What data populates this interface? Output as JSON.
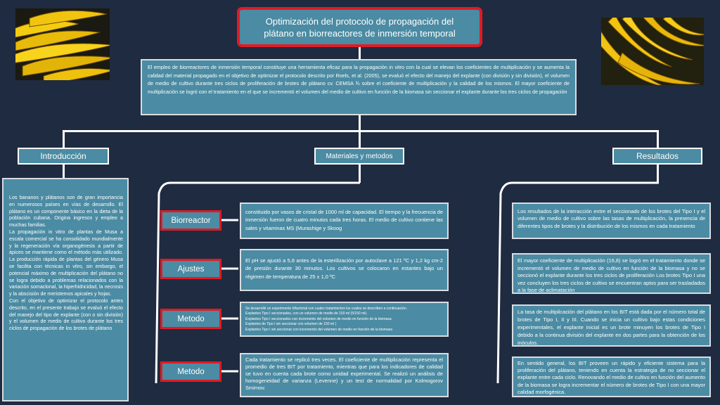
{
  "title": "Optimización del protocolo de propagación del plátano en biorreactores de inmersión temporal",
  "abstract": "El empleo de biorreactores de inmersión temporal constituye una herramienta eficaz para la propagación in vitro con la cual se elevan los coeficientes de multiplicación y se aumenta la calidad del material propagado en el objetivo de optimizar el protocolo descrito por Roels, et al. (2005), se evaluó el efecto del manejo del explante (con división y sin división), el volumen de medio de cultivo durante tres ciclos de proliferación de brotes de plátano cv. CEMSA ¾ sobre el coeficiente de multiplicación y la calidad de los mismos. El mayor coeficiente de multiplicación se logró con el tratamiento en el que se incrementó el volumen del medio de cultivo en función de la biomasa sin seccionar el explante durante los tres ciclos de propagación",
  "sections": {
    "intro": "Introducción",
    "materials": "Materiales y metodos",
    "results": "Resultados"
  },
  "intro": {
    "paragraphs": [
      "Los bananos y plátanos son de gran importancia en numerosos países en vías de desarrollo. El plátano es un componente básico en la dieta de la población cubana. Origina ingresos y empleo a muchas familias.",
      "La propagación in vitro de plantas de Musa a escala comercial se ha consolidado mundialmente y la regeneración vía organogénesis a partir de ápices se mantiene como el método más utilizado. La producción rápida de plantas del género Musa se facilita con técnicas in vitro, sin embargo, el potencial máximo de multiplicación del plátano no se logra debido a problemas relacionados con la variación somaclonal, la hiperhidricidad, la necrosis y la abscisión de meristemos apicales y hojas.",
      "Con el objetivo de optimizar el protocolo antes descrito, en el presente trabajo se evaluó el efecto del manejo del tipo de explante (con o sin división) y el volumen de medio de cultivo durante los tres ciclos de propagación de los brotes de plátano"
    ]
  },
  "materials": {
    "labels": [
      "Biorreactor",
      "Ajustes",
      "Metodo",
      "Metodo"
    ],
    "box1": "constituido por vasos de cristal de 1000 ml de capacidad. El tiempo y la frecuencia de inmersión fueron de cuatro minutos cada tres horas. El medio de cultivo contiene las sales y vitaminas MS (Murashige y Skoog",
    "box2": "El pH se ajustó a 5,8 antes de la esterilización por autoclave a 121 ºC y 1,2 kg cm-2 de presión durante 30 minutos. Los cultivos se colocaron en estantes bajo un régimen de temperatura de 25 ± 1,0 ºC",
    "box3_lines": [
      "Se desarrolló un experimento bifactorial con cuatro tratamientos los cuales se describen a continuación.",
      "Explantes Tipo I seccionados, con un volumen de medio de 150 ml (5/150 ml).",
      "Explantes Tipo I seccionados con incremento del volumen de medio en función de la biomasa",
      "Explantes de Tipo I sin seccionar con volumen de 150 ml (",
      "Explantes Tipo I sin seccionar con incremento del volumen de medio en función de la biomasa"
    ],
    "box4": "Cada tratamiento se replicó tres veces. El coeficiente de multiplicación representa el promedio de tres BIT por tratamiento, mientras que para los indicadores de calidad se tuvo en cuenta cada brote como unidad experimental. Se realizó un análisis de homogeneidad de varianza (Levenne) y un test de normalidad por Kolmogorov Smirnov."
  },
  "results": {
    "box1": "Los resultados de la interacción entre el seccionado de los brotes del Tipo I y el volumen de medio de cultivo sobre las tasas de multiplicación, la presencia de diferentes tipos de brotes y la distribución de los mismos en cada tratamiento",
    "box2": "El mayor coeficiente de multiplicación (16,8) se logró en el tratamiento donde se incrementó el volumen de medio de cultivo en función de la biomasa y no se seccionó el explante durante los tres ciclos de proliferación Los brotes Tipo I una vez concluyen los tres ciclos de cultivo se encuentran aptos para ser trasladados a la fase de aclimatación",
    "box3": "La tasa de multiplicación del plátano en los BIT está dada por el número total de brotes de Tipo I, II y III. Cuando se inicia un cultivo bajo estas condiciones experimentales, el explante inicial es un brote minuyen los brotes de Tipo I debido a la continua división del explante en dos partes para la obtención de los inóculos.",
    "box4": "En sentido general, los BIT proveen un rápido y eficiente sistema para la proliferación del plátano, teniendo en cuenta la estrategia de no seccionar el explante entre cada ciclo. Renovando el medio de cultivo en función del aumento de la biomasa se logra incrementar el número de brotes de Tipo I con una mayor calidad morfogénica."
  },
  "colors": {
    "background": "#1f2b40",
    "box_fill": "#4b8ba3",
    "accent_red": "#e01b24",
    "banana_yellow": "#f2c70c"
  }
}
